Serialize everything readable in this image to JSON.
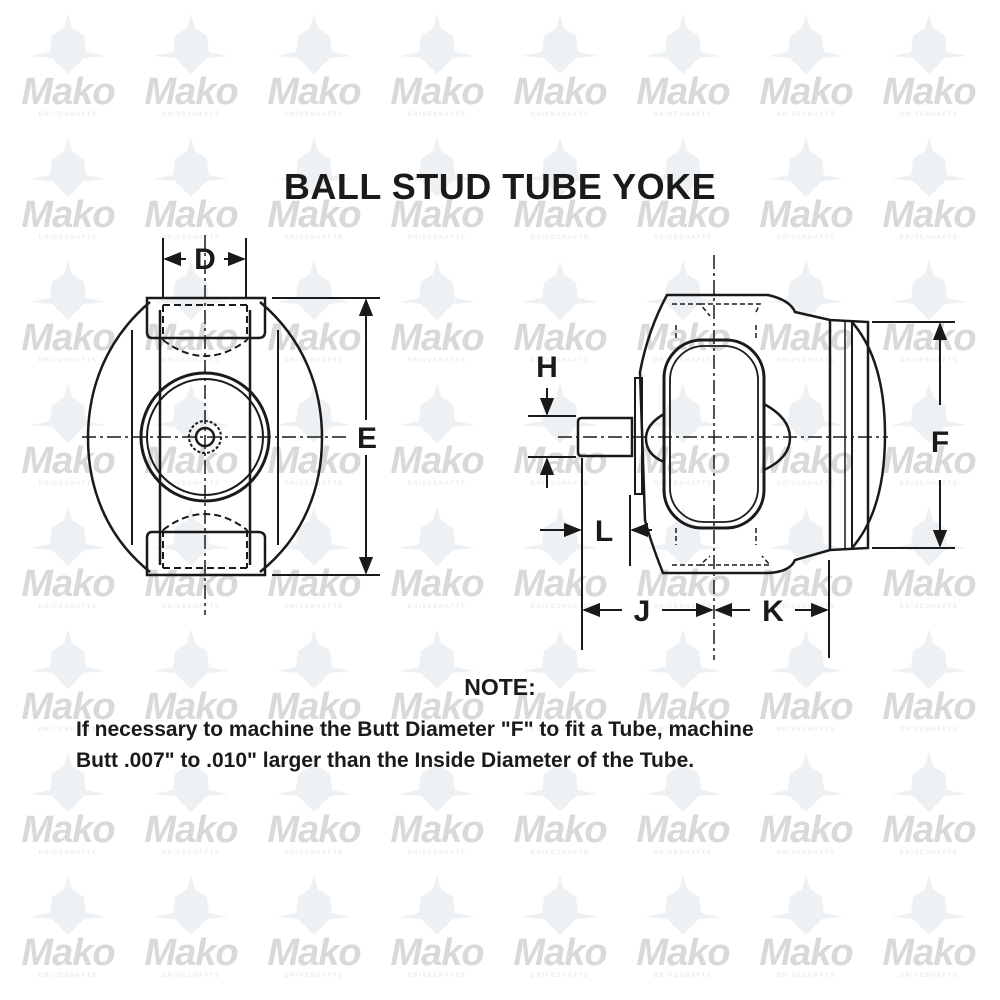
{
  "watermark": {
    "brand": "Mako",
    "subtitle": "DRIVESHAFTS",
    "color": "#d9d9d9",
    "shark_color": "#eef1f3",
    "columns": 8,
    "rows": 8
  },
  "diagram": {
    "title": "BALL STUD TUBE YOKE",
    "end_view": {
      "labels": {
        "d": "D",
        "e": "E"
      }
    },
    "side_view": {
      "labels": {
        "h": "H",
        "l": "L",
        "j": "J",
        "k": "K",
        "f": "F"
      }
    },
    "line_color": "#1a1a1a"
  },
  "note": {
    "title": "NOTE:",
    "line1": "If necessary to machine the Butt Diameter \"F\" to fit a Tube, machine",
    "line2": "Butt .007\" to .010\" larger than the Inside Diameter of the Tube."
  }
}
